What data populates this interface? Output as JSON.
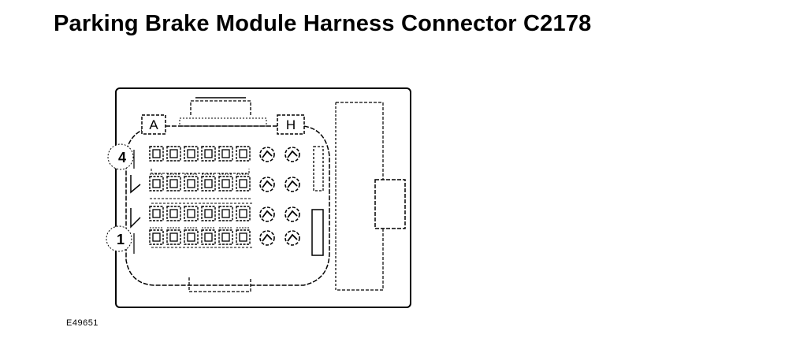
{
  "title": "Parking Brake Module Harness Connector C2178",
  "connector": {
    "column_labels": [
      "A",
      "H"
    ],
    "row_labels": [
      "4",
      "1"
    ]
  },
  "figure_ref": "E49651"
}
